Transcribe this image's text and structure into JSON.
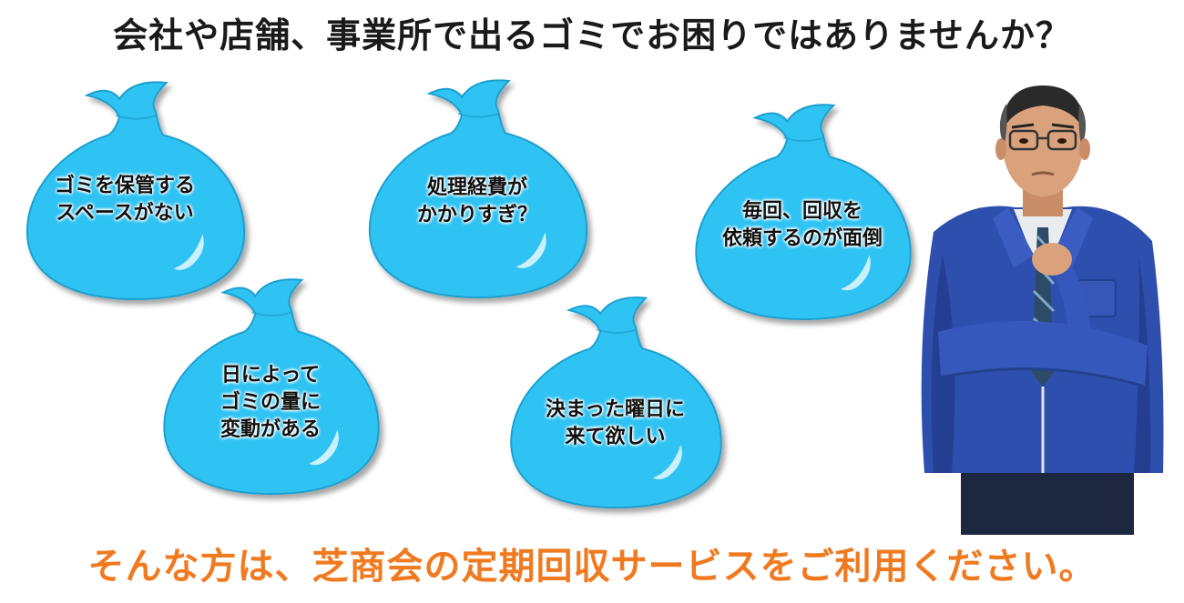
{
  "headline": "会社や店舗、事業所で出るゴミでお困りではありませんか？",
  "bags": [
    {
      "lines": [
        "ゴミを保管する",
        "スペースがない"
      ]
    },
    {
      "lines": [
        "処理経費が",
        "かかりすぎ？"
      ]
    },
    {
      "lines": [
        "毎回、回収を",
        "依頼するのが面倒"
      ]
    },
    {
      "lines": [
        "日によって",
        "ゴミの量に",
        "変動がある"
      ]
    },
    {
      "lines": [
        "決まった曜日に",
        "来て欲しい"
      ]
    }
  ],
  "footer": {
    "text": "そんな方は、芝商会の定期回収サービスをご利用ください。"
  },
  "colors": {
    "bag_fill": "#2fc3f3",
    "bag_stroke": "#1e9fd0",
    "headline": "#1a1a1a",
    "footer": "#f07a20",
    "jacket": "#2f4fae"
  },
  "icons": {
    "bag": "garbage-bag-icon",
    "person": "worried-businessman-illustration"
  }
}
